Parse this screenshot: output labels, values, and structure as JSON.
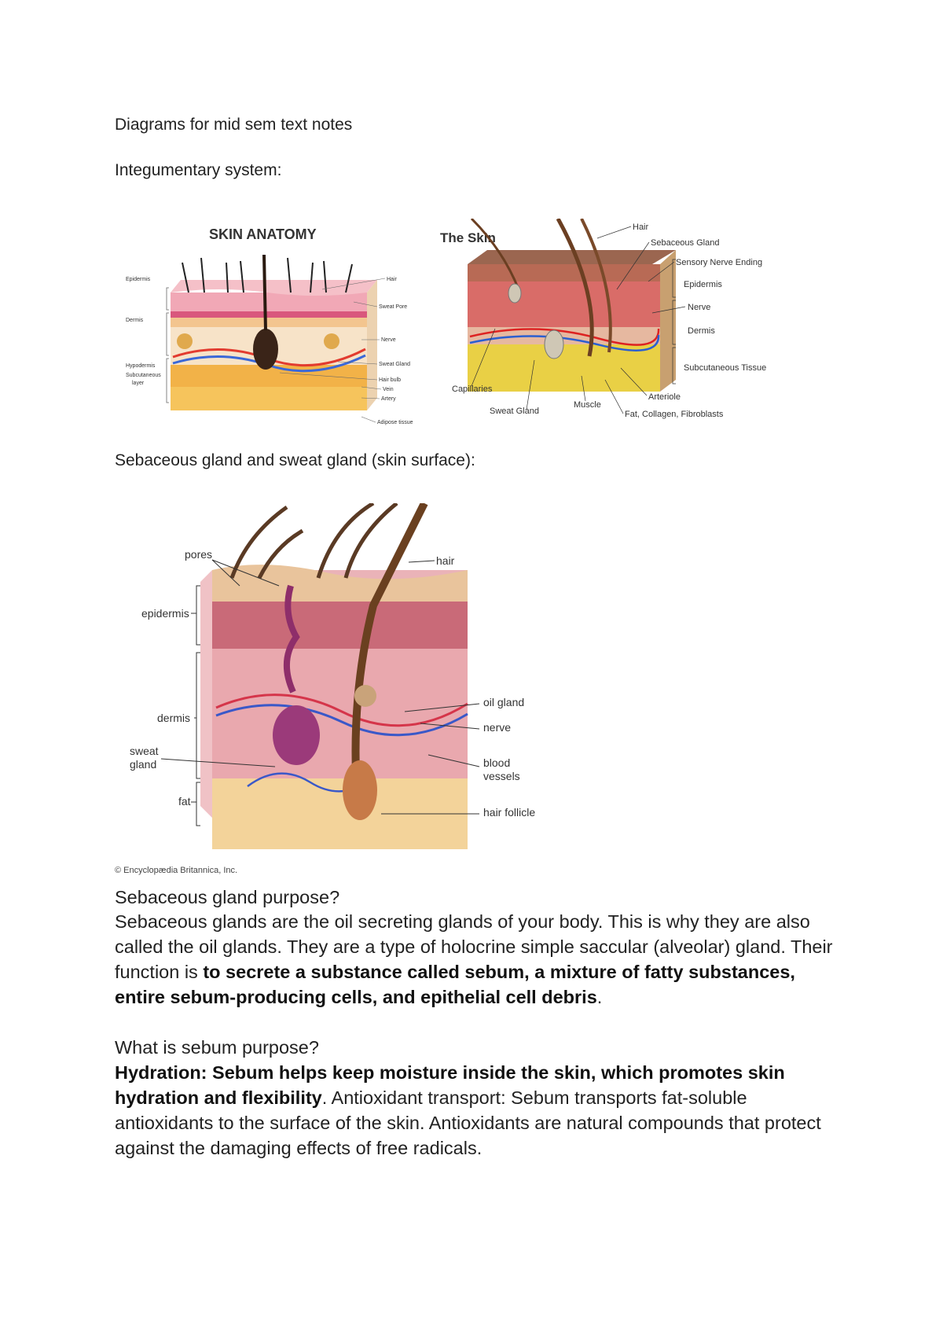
{
  "doc": {
    "title": "Diagrams for mid sem text notes",
    "section1": "Integumentary system:",
    "section2": "Sebaceous gland and sweat gland (skin surface):",
    "q1": "Sebaceous gland purpose?",
    "p1a": "Sebaceous glands are the oil secreting glands of your body. This is why they are also called the oil glands. They are a type of holocrine simple saccular (alveolar) gland. Their function is ",
    "p1b": "to secrete a substance called sebum, a mixture of fatty substances, entire sebum-producing cells, and epithelial cell debris",
    "p1c": ".",
    "q2": "What is sebum purpose?",
    "p2a": "Hydration: Sebum helps keep moisture inside the skin, which promotes skin hydration and flexibility",
    "p2b": ". Antioxidant transport: Sebum transports fat-soluble antioxidants to the surface of the skin. Antioxidants are natural compounds that protect against the damaging effects of free radicals."
  },
  "fig1": {
    "title": "SKIN ANATOMY",
    "left_labels": [
      "Epidermis",
      "Dermis",
      "Hypodermis",
      "Subcutaneous",
      "layer"
    ],
    "right_labels": [
      "Hair",
      "Sweat Pore",
      "Nerve",
      "Sweat Gland",
      "Hair bulb",
      "Vein",
      "Artery",
      "Adipose tissue"
    ]
  },
  "fig2": {
    "title": "The Skin",
    "labels": [
      "Hair",
      "Sebaceous Gland",
      "Sensory Nerve Ending",
      "Epidermis",
      "Nerve",
      "Dermis",
      "Subcutaneous Tissue",
      "Arteriole",
      "Fat, Collagen, Fibroblasts",
      "Muscle",
      "Sweat Gland",
      "Capillaries"
    ]
  },
  "fig3": {
    "labels": {
      "pores": "pores",
      "hair": "hair",
      "epidermis": "epidermis",
      "dermis": "dermis",
      "sweat": "sweat",
      "gland": "gland",
      "fat": "fat",
      "oil_gland": "oil gland",
      "nerve": "nerve",
      "blood": "blood",
      "vessels": "vessels",
      "hair_follicle": "hair follicle"
    },
    "credit": "© Encyclopædia Britannica, Inc."
  }
}
